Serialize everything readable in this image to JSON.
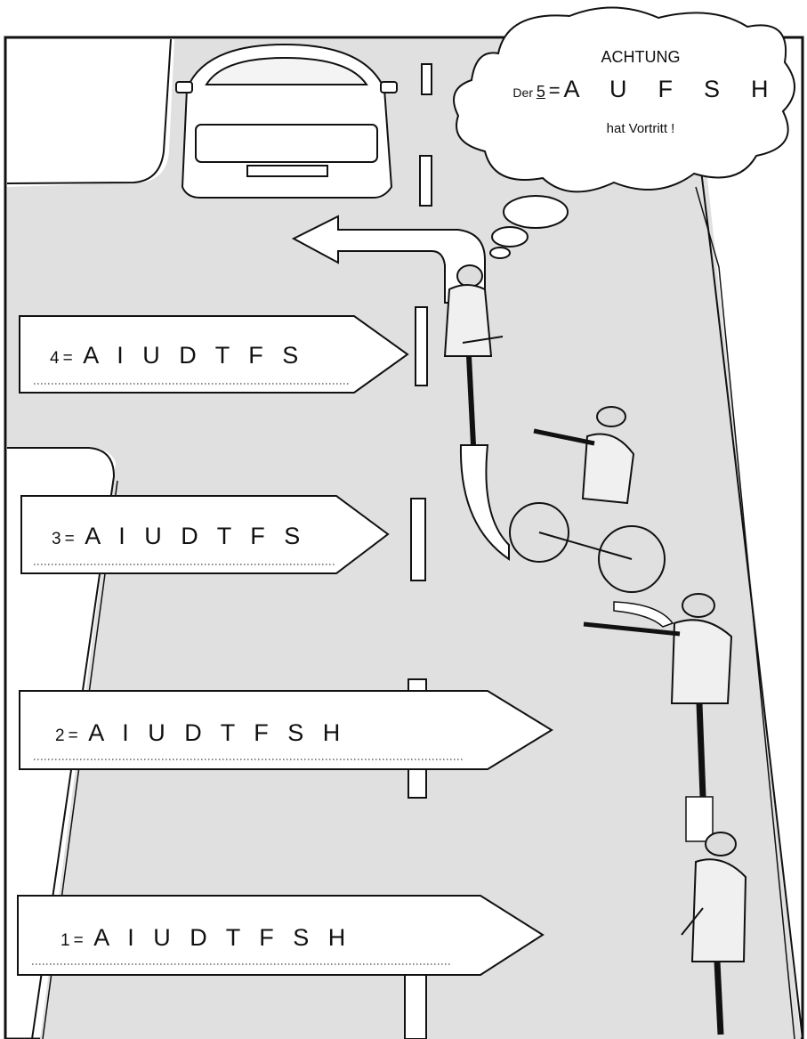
{
  "bubble": {
    "title": "ACHTUNG",
    "prefix": "Der",
    "number": "5",
    "eq": "=",
    "letters": "A  U  F  S  H",
    "footer": "hat Vortritt !"
  },
  "signs": [
    {
      "number": "4",
      "eq": "=",
      "letters": "A I U D T F S"
    },
    {
      "number": "3",
      "eq": "=",
      "letters": "A I U D T F S"
    },
    {
      "number": "2",
      "eq": "=",
      "letters": "A I U D T F S H"
    },
    {
      "number": "1",
      "eq": "=",
      "letters": "A I U D T F S H"
    }
  ],
  "colors": {
    "road": "#e0e0e0",
    "outline": "#111111",
    "sign_fill": "#ffffff"
  }
}
